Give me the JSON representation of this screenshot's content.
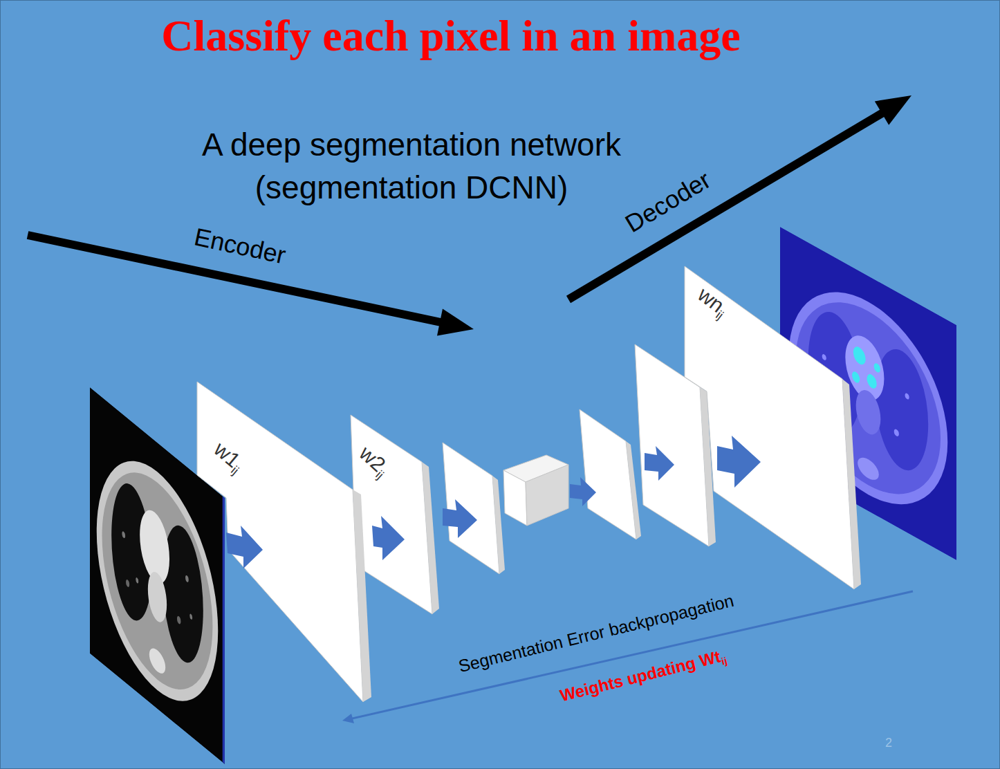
{
  "diagram": {
    "title": "Classify each pixel in an image",
    "nodes": [
      {
        "text": [
          "w1",
          "ij"
        ]
      },
      {
        "text": [
          "w2",
          "ij"
        ]
      },
      {
        "text": [
          "wn",
          "ij"
        ]
      }
    ],
    "labels": [
      "A deep segmentation network (segmentation DCNN)",
      "Encoder",
      "Decoder",
      "Segmentation Error backpropagation",
      "Weights updating Wt",
      "ij",
      "2"
    ]
  }
}
